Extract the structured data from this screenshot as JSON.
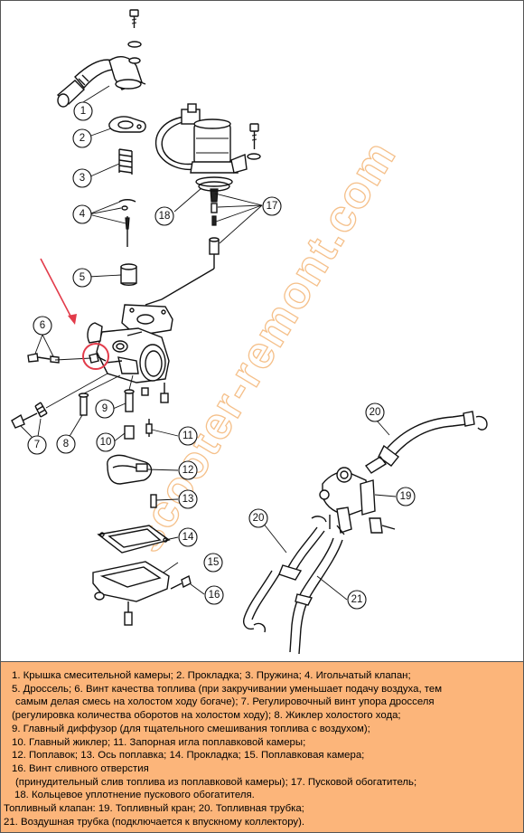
{
  "watermark": {
    "text": "scooter-remont.com",
    "color": "#f5c08a"
  },
  "callouts": [
    "1",
    "2",
    "3",
    "4",
    "5",
    "6",
    "7",
    "8",
    "9",
    "10",
    "11",
    "12",
    "13",
    "14",
    "15",
    "16",
    "17",
    "18",
    "19",
    "20",
    "21"
  ],
  "colors": {
    "legend_bg": "#fcb57a",
    "arrow": "#e23b4a"
  },
  "legend": [
    "1. Крышка смесительной камеры; 2. Прокладка; 3. Пружина; 4. Игольчатый клапан;",
    "5. Дроссель; 6. Винт качества топлива (при закручивании уменьшает подачу воздуха, тем",
    " самым делая смесь на холостом ходу богаче); 7. Регулировочный винт упора дросселя",
    "(регулировка количества оборотов на холостом ходу); 8. Жиклер холостого хода;",
    "9. Главный диффузор (для тщательного  смешивания топлива с воздухом);",
    "10. Главный жиклер; 11. Запорная игла поплавковой камеры;",
    "12. Поплавок; 13. Ось поплавка; 14. Прокладка; 15. Поплавковая камера;",
    "16. Винт сливного отверстия",
    " (принудительный слив топлива из поплавковой камеры); 17. Пусковой обогатитель;",
    " 18. Кольцевое уплотнение пускового обогатителя.",
    "Топливный клапан: 19. Топливный кран; 20. Топливная трубка;",
    "21. Воздушная трубка (подключается к впускному коллектору)."
  ]
}
